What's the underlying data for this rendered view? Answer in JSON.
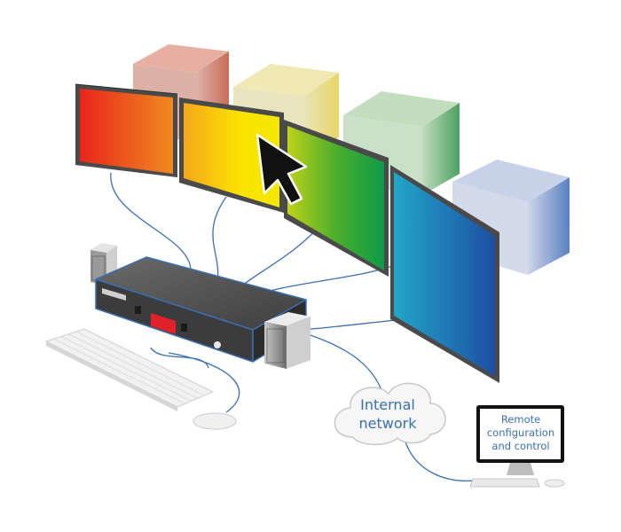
{
  "cloud": {
    "line1": "Internal",
    "line2": "network"
  },
  "remote": {
    "line1": "Remote",
    "line2": "configuration",
    "line3": "and control"
  },
  "colors": {
    "cable": "#3a6fb0",
    "cloud_text": "#3a6fb0",
    "remote_text": "#3a6fb0",
    "bezel": "#4a4a4a",
    "switch_outline": "#3a6fb0",
    "led": "#e0212a"
  },
  "icons": [
    "monitor-icon",
    "cursor-arrow-icon",
    "speaker-icon",
    "keyboard-icon",
    "mouse-icon",
    "cloud-icon",
    "remote-computer-icon"
  ]
}
